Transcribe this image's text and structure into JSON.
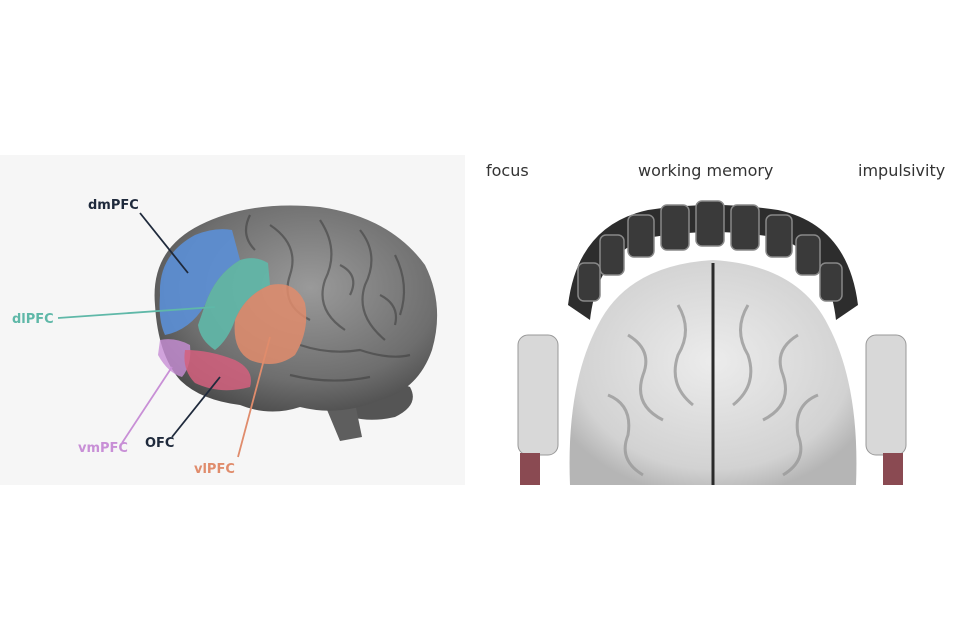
{
  "colors": {
    "dmPFC": "#5b8fd6",
    "dlPFC": "#5fb8a8",
    "vlPFC": "#e08c6c",
    "vmPFC": "#c88fd6",
    "OFC": "#d4607e",
    "label_dark": "#1f2a3c"
  },
  "left": {
    "labels": {
      "dmPFC": "dmPFC",
      "dlPFC": "dlPFC",
      "vmPFC": "vmPFC",
      "OFC": "OFC",
      "vlPFC": "vlPFC"
    }
  },
  "right": {
    "labels": {
      "focus": "focus",
      "working_memory": "working memory",
      "impulsivity": "impulsivity"
    }
  }
}
